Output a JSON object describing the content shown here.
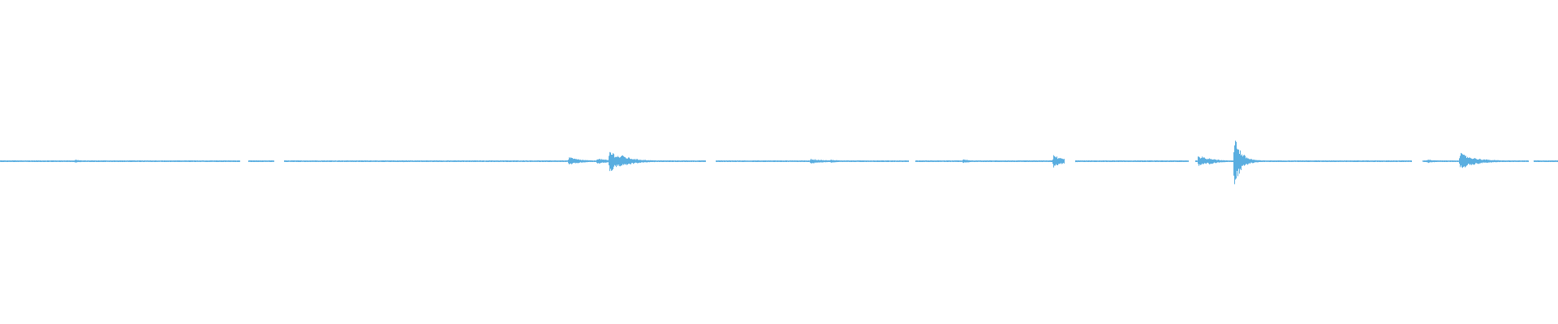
{
  "waveform": {
    "color": "#5aaee0",
    "baseline_amplitude": 0.012,
    "events": [
      {
        "t": 0.008,
        "amplitude": 0.02,
        "decay": 0.004
      },
      {
        "t": 0.033,
        "amplitude": 0.015,
        "decay": 0.003
      },
      {
        "t": 0.048,
        "amplitude": 0.04,
        "decay": 0.004
      },
      {
        "t": 0.1,
        "amplitude": 0.012,
        "decay": 0.003
      },
      {
        "t": 0.258,
        "amplitude": 0.02,
        "decay": 0.004
      },
      {
        "t": 0.365,
        "amplitude": 0.14,
        "decay": 0.006
      },
      {
        "t": 0.383,
        "amplitude": 0.09,
        "decay": 0.006
      },
      {
        "t": 0.391,
        "amplitude": 0.4,
        "decay": 0.007
      },
      {
        "t": 0.398,
        "amplitude": 0.22,
        "decay": 0.008
      },
      {
        "t": 0.52,
        "amplitude": 0.07,
        "decay": 0.008
      },
      {
        "t": 0.533,
        "amplitude": 0.04,
        "decay": 0.006
      },
      {
        "t": 0.618,
        "amplitude": 0.05,
        "decay": 0.004
      },
      {
        "t": 0.676,
        "amplitude": 0.21,
        "decay": 0.006
      },
      {
        "t": 0.769,
        "amplitude": 0.21,
        "decay": 0.006
      },
      {
        "t": 0.776,
        "amplitude": 0.12,
        "decay": 0.005
      },
      {
        "t": 0.792,
        "amplitude": 1.0,
        "decay": 0.004
      },
      {
        "t": 0.916,
        "amplitude": 0.05,
        "decay": 0.004
      },
      {
        "t": 0.937,
        "amplitude": 0.28,
        "decay": 0.009
      }
    ],
    "gaps": [
      [
        0.154,
        0.159
      ],
      [
        0.176,
        0.182
      ],
      [
        0.453,
        0.459
      ],
      [
        0.583,
        0.587
      ],
      [
        0.683,
        0.69
      ],
      [
        0.763,
        0.767
      ],
      [
        0.906,
        0.913
      ],
      [
        0.981,
        0.984
      ]
    ]
  }
}
